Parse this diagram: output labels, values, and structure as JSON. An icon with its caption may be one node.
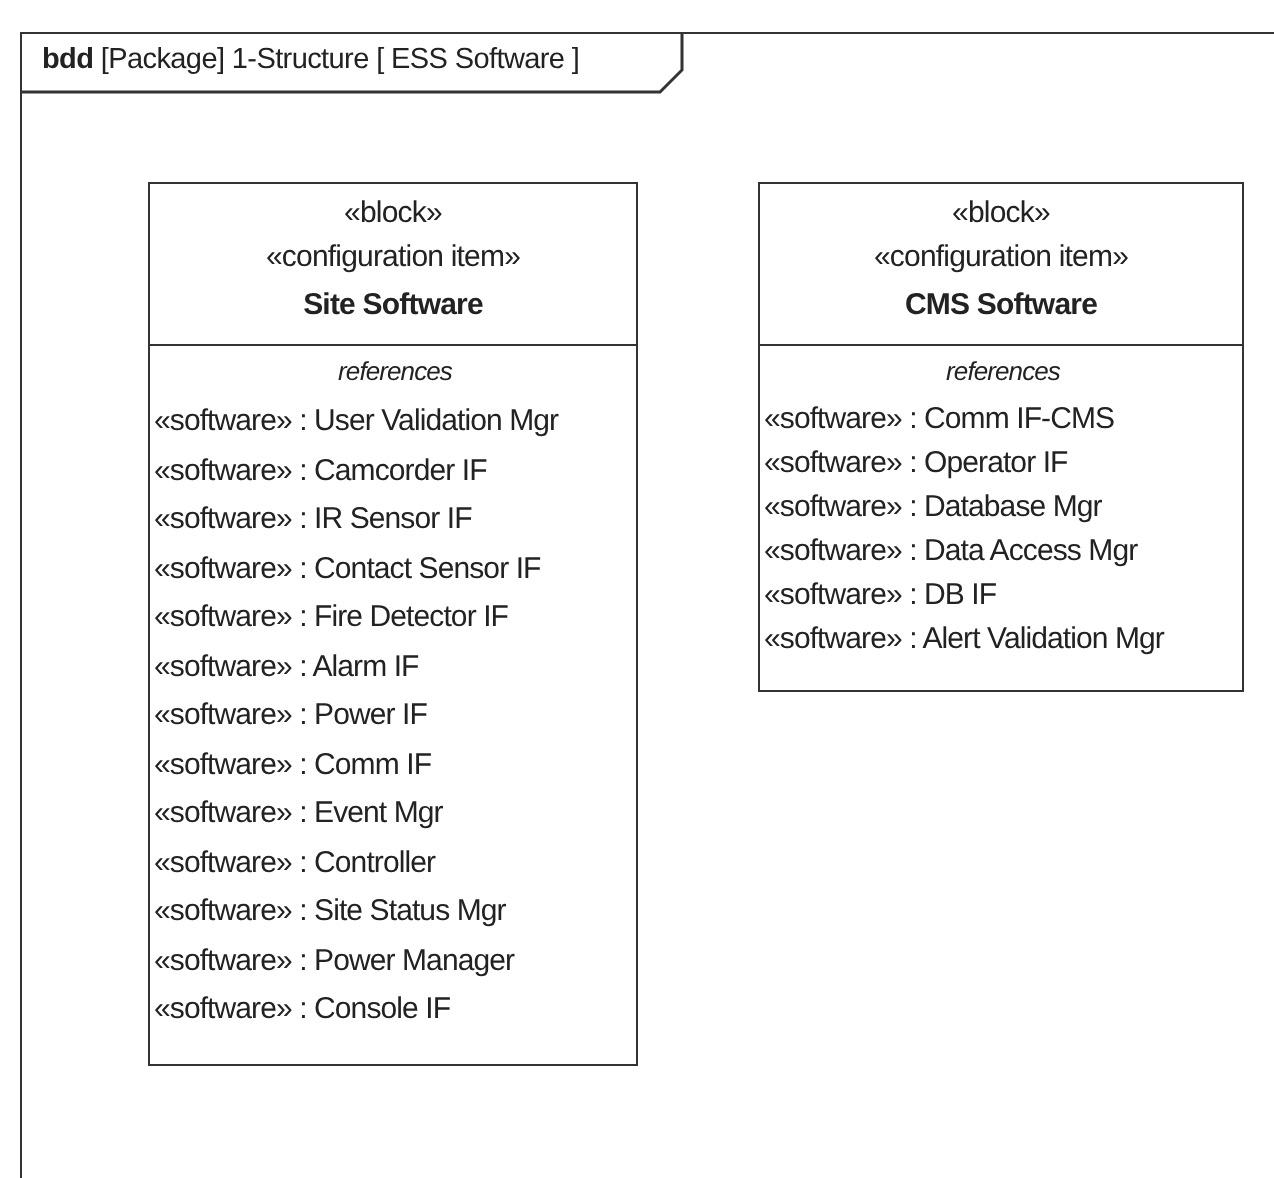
{
  "diagram": {
    "nodes": [
      {
        "text": [
          "**bdd** [Package] 1-Structure [ ESS Software ]"
        ]
      },
      {
        "text": [
          "«block»",
          "«configuration item»",
          "Site Software"
        ],
        "in": 0
      },
      {
        "text": [
          "references",
          "«software» : User Validation Mgr",
          "«software» : Camcorder IF",
          "«software» : IR Sensor IF",
          "«software» : Contact Sensor IF",
          "«software» : Fire Detector IF",
          "«software» : Alarm IF",
          "«software» : Power IF",
          "«software» : Comm IF",
          "«software» : Event Mgr",
          "«software» : Controller",
          "«software» : Site Status Mgr",
          "«software» : Power Manager",
          "«software» : Console IF"
        ],
        "in": 1
      },
      {
        "text": [
          "«block»",
          "«configuration item»",
          "CMS Software"
        ],
        "in": 0
      },
      {
        "text": [
          "references",
          "«software» : Comm IF-CMS",
          "«software» : Operator IF",
          "«software» : Database Mgr",
          "«software» : Data Access Mgr",
          "«software» : DB IF",
          "«software» : Alert Validation Mgr"
        ],
        "in": 3
      }
    ]
  }
}
